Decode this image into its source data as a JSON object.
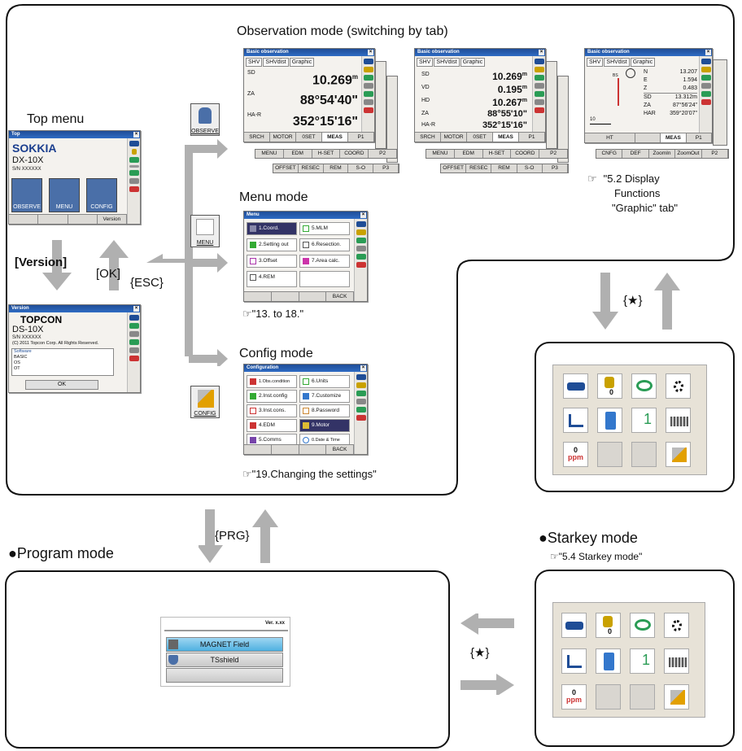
{
  "titles": {
    "observation": "Observation mode (switching by tab)",
    "top_menu": "Top menu",
    "menu_mode": "Menu mode",
    "config_mode": "Config mode",
    "program_mode": "●Program mode",
    "starkey_mode": "●Starkey mode"
  },
  "refs": {
    "graphic": [
      "☞",
      "\"5.2 Display",
      "Functions",
      "\"Graphic\" tab\""
    ],
    "menu": "☞\"13. to 18.\"",
    "config": "☞\"19.Changing the settings\"",
    "starkey": "☞\"5.4 Starkey mode\""
  },
  "keys": {
    "version": "[Version]",
    "ok": "[OK]",
    "esc": "{ESC}",
    "prg": "{PRG}",
    "star1": "{★}",
    "star2": "{★}"
  },
  "icons": {
    "observe": "OBSERVE",
    "menu": "MENU",
    "config": "CONFIG"
  },
  "top_window": {
    "title": "Top",
    "brand": "SOKKIA",
    "model": "DX-10X",
    "sn": "S/N   XXXXXX",
    "buttons": [
      "OBSERVE",
      "MENU",
      "CONFIG"
    ],
    "fkey": "Version"
  },
  "version_window": {
    "title": "Version",
    "brand": "TOPCON",
    "model": "DS-10X",
    "sn": "S/N   XXXXXX",
    "copyright": "(C) 2011 Topcon Corp. All Rights Reserved.",
    "software": [
      "Software",
      "BASIC",
      "OS",
      "OT"
    ],
    "ok": "OK"
  },
  "obs1": {
    "title": "Basic observation",
    "tabs": [
      "SHV",
      "SHVdist",
      "Graphic"
    ],
    "rows": [
      {
        "label": "SD",
        "value": "10.269",
        "unit": "m"
      },
      {
        "label": "ZA",
        "value": "88°54'40\"",
        "unit": ""
      },
      {
        "label": "HA-R",
        "value": "352°15'16\"",
        "unit": ""
      }
    ],
    "p1": [
      "SRCH",
      "MOTOR",
      "0SET",
      "MEAS",
      "P1"
    ],
    "p2": [
      "MENU",
      "EDM",
      "H-SET",
      "COORD",
      "P2"
    ],
    "p3": [
      "OFFSET",
      "RESEC",
      "REM",
      "S-O",
      "P3"
    ]
  },
  "obs2": {
    "title": "Basic observation",
    "tabs": [
      "SHV",
      "SHVdist",
      "Graphic"
    ],
    "rows": [
      {
        "label": "SD",
        "value": "10.269",
        "unit": "m"
      },
      {
        "label": "VD",
        "value": "0.195",
        "unit": "m"
      },
      {
        "label": "HD",
        "value": "10.267",
        "unit": "m"
      },
      {
        "label": "ZA",
        "value": "88°55'10\"",
        "unit": ""
      },
      {
        "label": "HA-R",
        "value": "352°15'16\"",
        "unit": ""
      }
    ],
    "p1": [
      "SRCH",
      "MOTOR",
      "0SET",
      "MEAS",
      "P1"
    ],
    "p2": [
      "MENU",
      "EDM",
      "H-SET",
      "COORD",
      "P2"
    ],
    "p3": [
      "OFFSET",
      "RESEC",
      "REM",
      "S-O",
      "P3"
    ]
  },
  "obs3": {
    "title": "Basic observation",
    "tabs": [
      "SHV",
      "SHVdist",
      "Graphic"
    ],
    "coords": [
      {
        "label": "N",
        "value": "13.207"
      },
      {
        "label": "E",
        "value": "1.594"
      },
      {
        "label": "Z",
        "value": "0.483"
      },
      {
        "label": "SD",
        "value": "13.312m"
      },
      {
        "label": "ZA",
        "value": "87°56'24\""
      },
      {
        "label": "HAR",
        "value": "359°20'07\""
      }
    ],
    "scale": "10",
    "bs": "BS",
    "p1": [
      "HT",
      "",
      "MEAS",
      "P1"
    ],
    "p2": [
      "CNFG",
      "DEF",
      "ZoomIn",
      "ZoomOut",
      "P2"
    ]
  },
  "menu_window": {
    "title": "Menu",
    "items": [
      "1.Coord.",
      "5.MLM",
      "2.Setting out",
      "6.Resection.",
      "3.Offset",
      "7.Area calc.",
      "4.REM",
      ""
    ],
    "back": "BACK"
  },
  "config_window": {
    "title": "Configuration",
    "items": [
      "1.Obs.condition",
      "6.Units",
      "2.Inst.config",
      "7.Customize",
      "3.Inst.cons.",
      "8.Password",
      "4.EDM",
      "9.Motor",
      "5.Comms",
      "0.Date & Time"
    ],
    "back": "BACK"
  },
  "program": {
    "version": "Ver. x.xx",
    "items": [
      "MAGNET Field",
      "TSshield",
      ""
    ]
  },
  "starkey": {
    "ppm_value": "0",
    "ppm_unit": "ppm",
    "vol": "0",
    "one": "1"
  }
}
